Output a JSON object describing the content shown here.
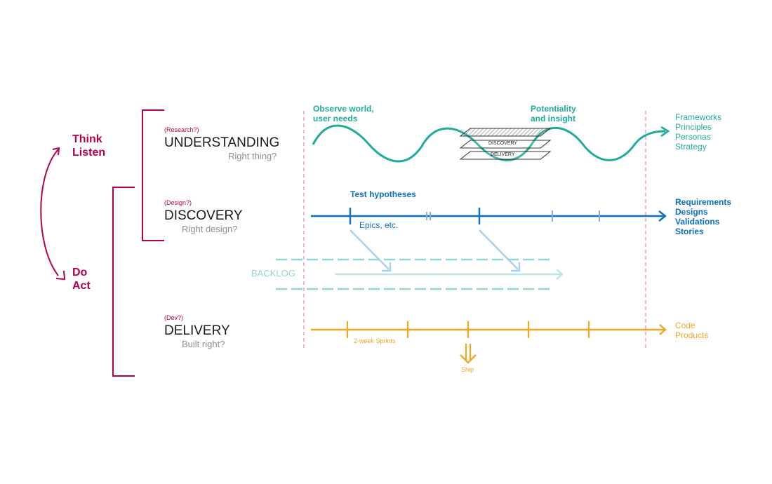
{
  "colors": {
    "magenta": "#b5004f",
    "teal": "#1fac9d",
    "blue": "#0b6fc4",
    "light_blue": "#a9cfee",
    "orange": "#f3a623",
    "light_teal": "#92d6d6",
    "backlog_arrow": "#bde6e6",
    "divider_pink": "#e8b3c8",
    "grey_text": "#8f8f8f",
    "dark_text": "#1b1b1b"
  },
  "cycle": {
    "top_label_line1": "Think",
    "top_label_line2": "Listen",
    "bottom_label_line1": "Do",
    "bottom_label_line2": "Act"
  },
  "phases": [
    {
      "tag": "(Research?)",
      "title": "UNDERSTANDING",
      "question": "Right thing?"
    },
    {
      "tag": "(Design?)",
      "title": "DISCOVERY",
      "question": "Right design?"
    },
    {
      "tag": "(Dev?)",
      "title": "DELIVERY",
      "question": "Built right?"
    }
  ],
  "understanding": {
    "start_label_line1": "Observe world,",
    "start_label_line2": "user needs",
    "mid_label_line1": "Potentiality",
    "mid_label_line2": "and insight",
    "stack_layers": [
      "",
      "DISCOVERY",
      "DELIVERY"
    ],
    "outputs": [
      "Frameworks",
      "Principles",
      "Personas",
      "Strategy"
    ]
  },
  "discovery": {
    "above_label": "Test hypotheses",
    "below_label": "Epics, etc.",
    "outputs": [
      "Requirements",
      "Designs",
      "Validations",
      "Stories"
    ]
  },
  "backlog": {
    "label": "BACKLOG"
  },
  "delivery": {
    "sprint_label": "2-week Sprints",
    "ship_label": "Ship",
    "outputs": [
      "Code",
      "Products"
    ]
  }
}
